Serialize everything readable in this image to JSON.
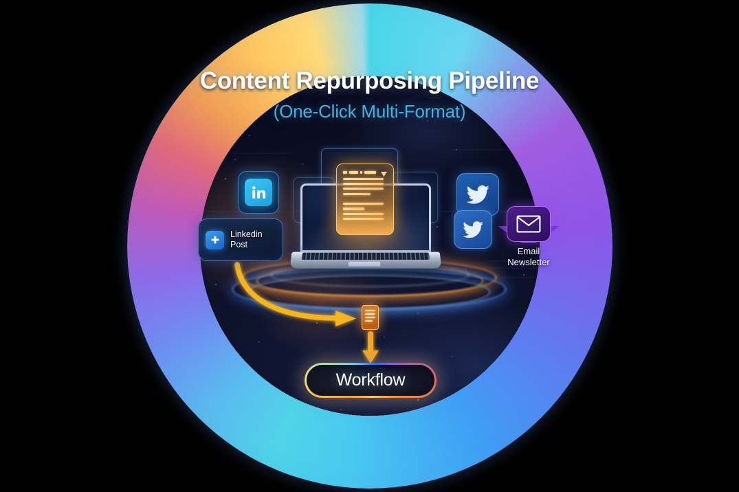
{
  "scene": {
    "background_color": "#000000",
    "circle_fill_hint": "starfield-cosmic-orange-blue",
    "ring_colors": [
      "#49d6e8",
      "#a05de0",
      "#3f9ef5",
      "#e06a7a",
      "#ffc861"
    ]
  },
  "header": {
    "title": "Content Repurposing Pipeline",
    "subtitle": "(One-Click Multi-Format)",
    "title_color": "#ffffff",
    "subtitle_color": "#46b0de"
  },
  "center": {
    "device": "laptop",
    "document_overlay": {
      "name": "glowing-document",
      "accent_color": "#ffc266",
      "line_widths_pct": [
        88,
        88,
        88,
        62,
        0,
        88,
        52,
        88,
        88
      ],
      "header_blocks_pct": [
        7,
        3,
        16
      ]
    },
    "glow_rings": [
      "#ff963 7",
      "#4a8cff"
    ]
  },
  "outputs": {
    "left": [
      {
        "id": "linkedin-icon",
        "icon": "linkedin-icon",
        "label": "",
        "color": "#1da0e0"
      },
      {
        "id": "linkedin-post-card",
        "icon": "linkedin-post-icon",
        "label": "Linkedin\nPost",
        "label_line1": "Linkedin",
        "label_line2": "Post",
        "color": "#1565c8"
      }
    ],
    "right": [
      {
        "id": "twitter-icon-1",
        "icon": "twitter-bird-icon",
        "label": "",
        "color": "#2060b4"
      },
      {
        "id": "twitter-icon-2",
        "icon": "twitter-bird-icon",
        "label": "",
        "color": "#2e6ec4"
      },
      {
        "id": "email-newsletter-badge",
        "icon": "envelope-icon",
        "label_line1": "Email",
        "label_line2": "Newsletter",
        "color": "#b06ef5"
      }
    ]
  },
  "flow": {
    "arrow_curved": {
      "name": "curved-arrow",
      "color": "#f5b420",
      "from": "linkedin-post-card",
      "to": "small-document"
    },
    "arrow_down": {
      "name": "down-arrow",
      "color": "#f5a91a",
      "from": "small-document",
      "to": "workflow-pill"
    },
    "small_document": {
      "name": "small-document",
      "color": "#d97a22"
    }
  },
  "workflow": {
    "label": "Workflow",
    "border_gradient": [
      "#ffb347",
      "#f5e06a",
      "#6fd0e8",
      "#3f8ff0",
      "#7f5fd8",
      "#e06a5a"
    ]
  }
}
